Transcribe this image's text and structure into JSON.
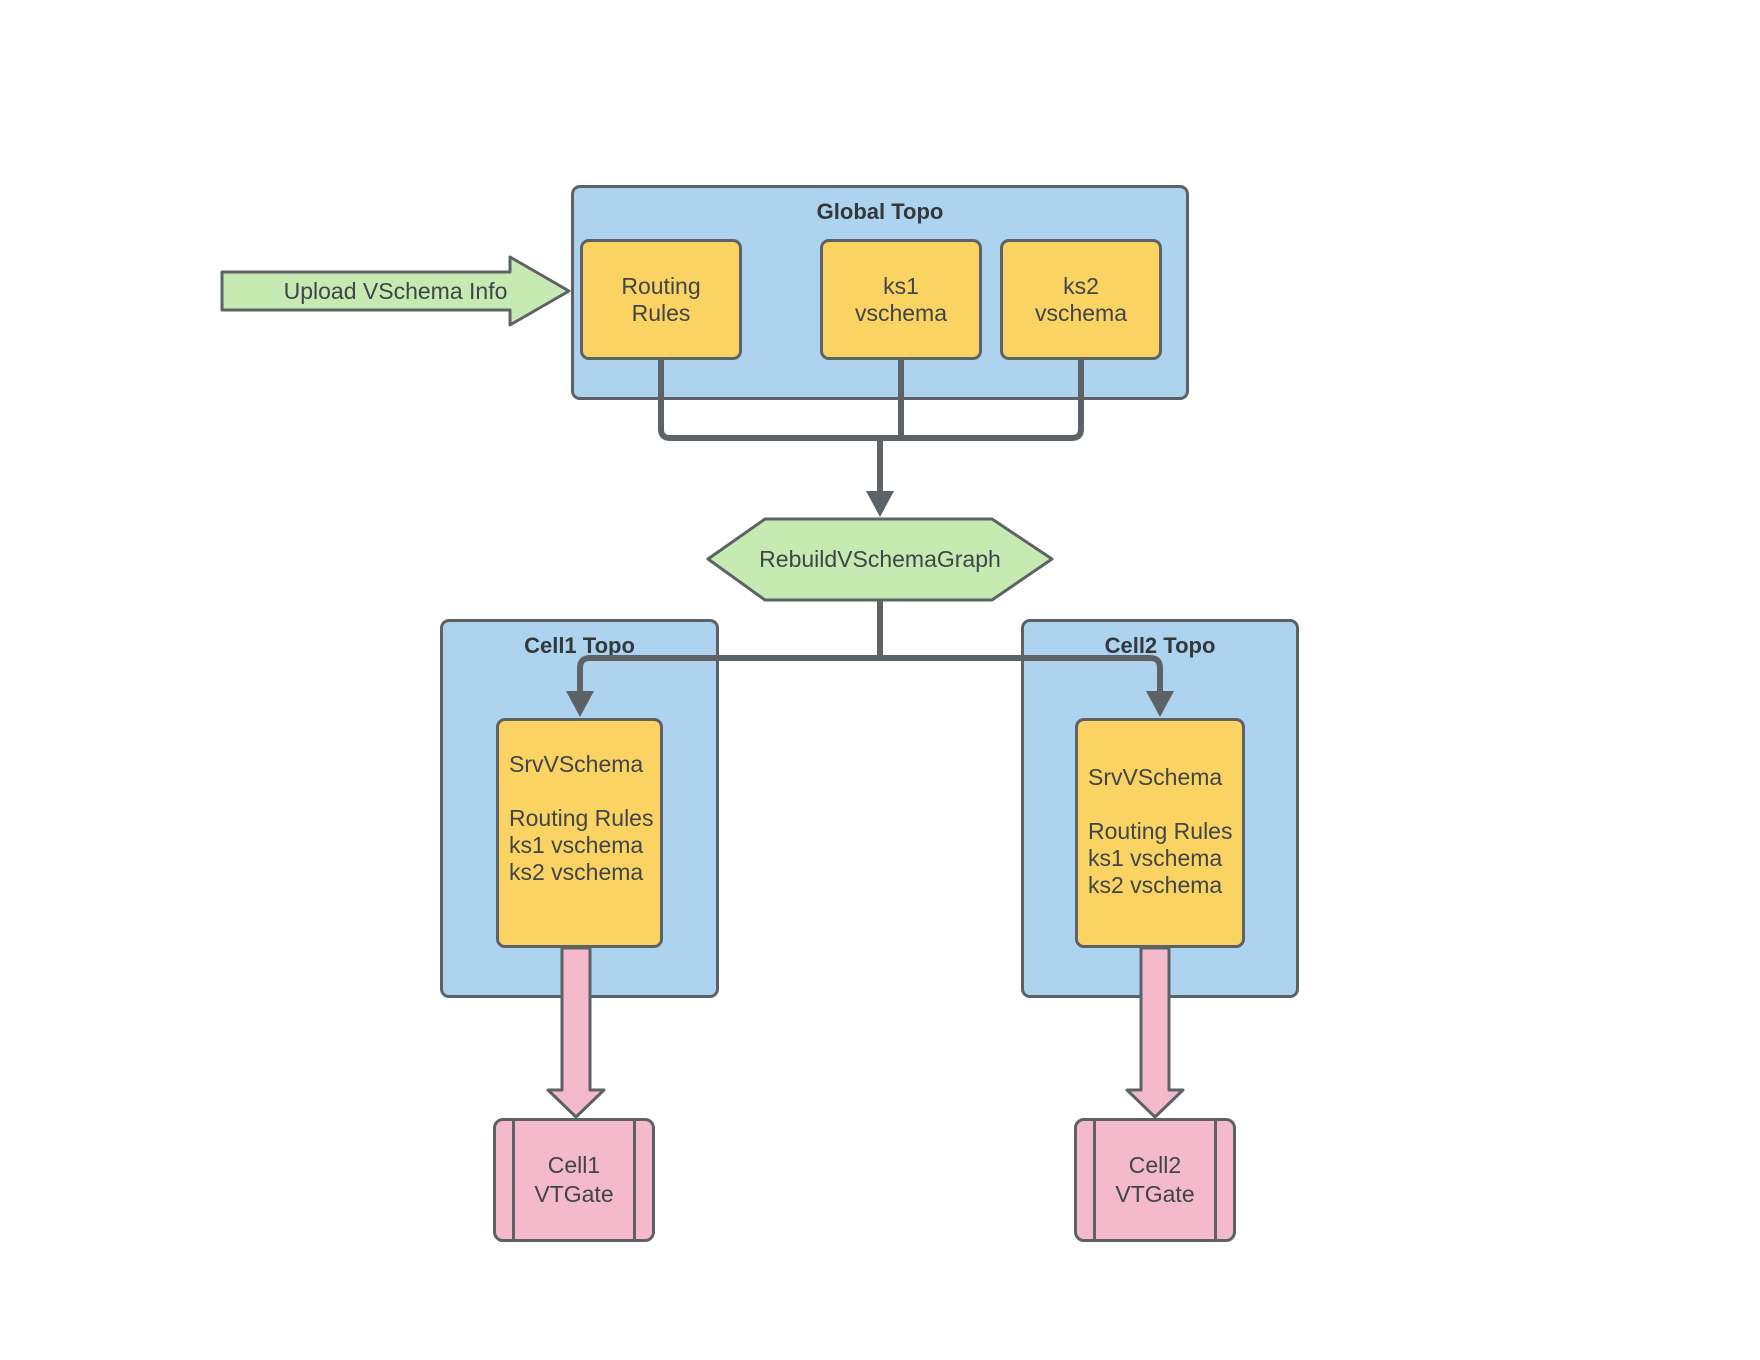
{
  "upload_arrow": {
    "label": "Upload VSchema Info"
  },
  "global_topo": {
    "title": "Global Topo",
    "boxes": [
      {
        "line1": "Routing",
        "line2": "Rules"
      },
      {
        "line1": "ks1",
        "line2": "vschema"
      },
      {
        "line1": "ks2",
        "line2": "vschema"
      }
    ]
  },
  "rebuild_step": {
    "label": "RebuildVSchemaGraph"
  },
  "cells": [
    {
      "title": "Cell1 Topo",
      "srv_box": {
        "title": "SrvVSchema",
        "rule1": "Routing Rules",
        "rule2": "ks1 vschema",
        "rule3": "ks2 vschema"
      },
      "vtgate": {
        "line1": "Cell1",
        "line2": "VTGate"
      }
    },
    {
      "title": "Cell2 Topo",
      "srv_box": {
        "title": "SrvVSchema",
        "rule1": "Routing Rules",
        "rule2": "ks1 vschema",
        "rule3": "ks2 vschema"
      },
      "vtgate": {
        "line1": "Cell2",
        "line2": "VTGate"
      }
    }
  ],
  "colors": {
    "container_blue": "#aed3ee",
    "box_yellow": "#fbd362",
    "shape_green": "#c7e9b2",
    "shape_pink": "#f4b9cb",
    "line_gray": "#5d6266"
  }
}
